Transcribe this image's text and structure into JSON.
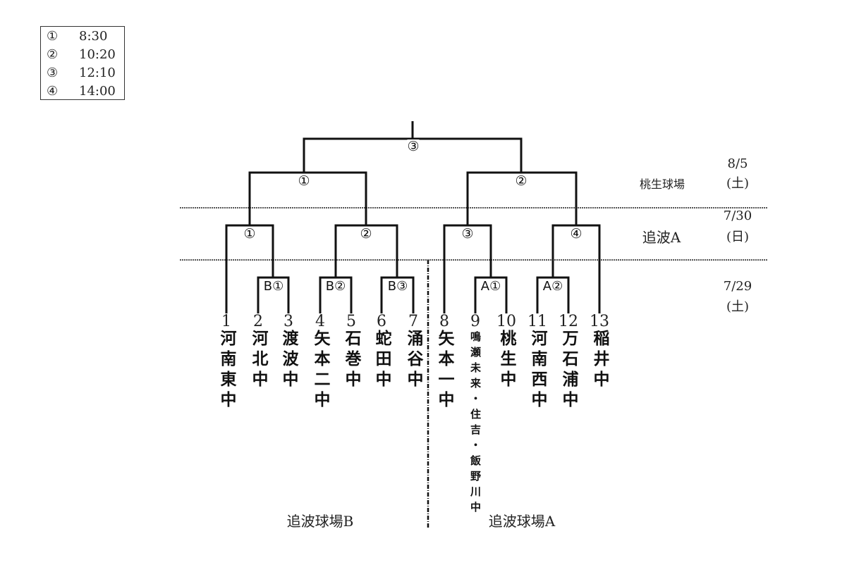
{
  "legend": [
    {
      "mark": "①",
      "time": "8:30"
    },
    {
      "mark": "②",
      "time": "10:20"
    },
    {
      "mark": "③",
      "time": "12:10"
    },
    {
      "mark": "④",
      "time": "14:00"
    }
  ],
  "teams": [
    {
      "no": "1",
      "name": "河南東中"
    },
    {
      "no": "2",
      "name": "河北中"
    },
    {
      "no": "3",
      "name": "渡波中"
    },
    {
      "no": "4",
      "name": "矢本二中"
    },
    {
      "no": "5",
      "name": "石巻中"
    },
    {
      "no": "6",
      "name": "蛇田中"
    },
    {
      "no": "7",
      "name": "涌谷中"
    },
    {
      "no": "8",
      "name": "矢本一中"
    },
    {
      "no": "9",
      "name": "鳴瀬未来・住吉・飯野川中"
    },
    {
      "no": "10",
      "name": "桃生中"
    },
    {
      "no": "11",
      "name": "河南西中"
    },
    {
      "no": "12",
      "name": "万石浦中"
    },
    {
      "no": "13",
      "name": "稲井中"
    }
  ],
  "matches": {
    "round1": [
      "B①",
      "B②",
      "B③",
      "A①",
      "A②"
    ],
    "round2": [
      "①",
      "②",
      "③",
      "④"
    ],
    "semis": [
      "①",
      "②"
    ],
    "final": "③"
  },
  "schedule": [
    {
      "date": "8/5",
      "day": "(土)",
      "venue": "桃生球場"
    },
    {
      "date": "7/30",
      "day": "(日)",
      "venue": "追波A"
    },
    {
      "date": "7/29",
      "day": "(土)",
      "venue": ""
    }
  ],
  "venues_bottom": {
    "left": "追波球場B",
    "right": "追波球場A"
  }
}
